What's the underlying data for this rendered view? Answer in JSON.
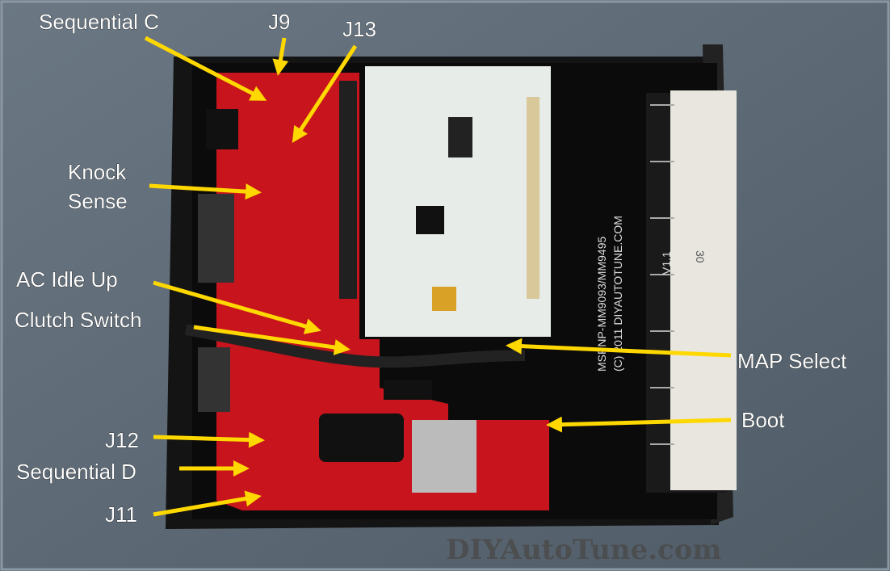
{
  "labels": {
    "sequential_c": "Sequential C",
    "j9": "J9",
    "j13": "J13",
    "knock_1": "Knock",
    "knock_2": "Sense",
    "ac_idle_up": "AC Idle Up",
    "clutch_switch": "Clutch Switch",
    "map_select": "MAP Select",
    "boot": "Boot",
    "j12": "J12",
    "sequential_d": "Sequential D",
    "j11": "J11"
  },
  "board_text": {
    "pcb_line1": "MSPNP-MM9093/MM9495",
    "pcb_line2": "(C) 2011 DIYAUTOTUNE.COM",
    "version": "V1.1",
    "connector_num": "30"
  },
  "watermark": "DIYAutoTune.com",
  "colors": {
    "arrow": "#ffd800",
    "pcb_red": "#c8141c",
    "daughter": "#e8ece8"
  }
}
